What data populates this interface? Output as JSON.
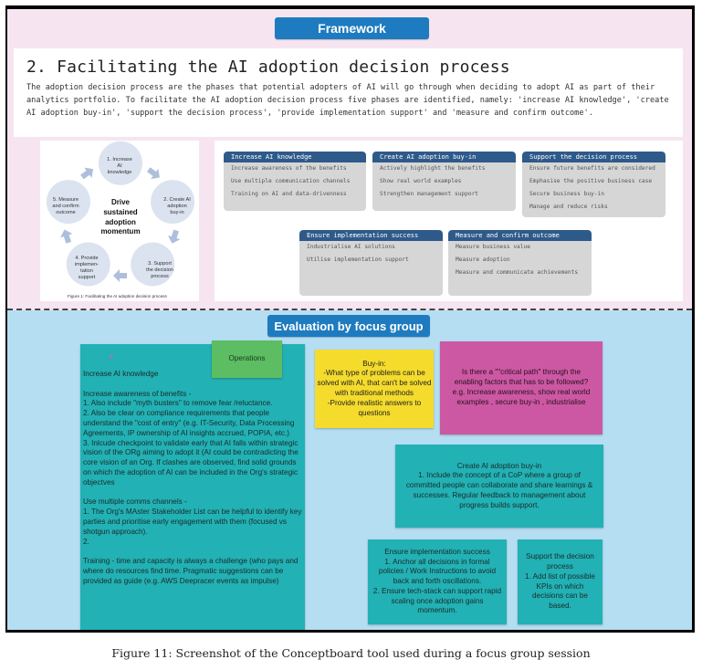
{
  "framework": {
    "header": "Framework",
    "title": "2. Facilitating the AI adoption decision process",
    "description": "The adoption decision process are the phases that potential adopters of AI will go through when deciding to adopt AI as part of their analytics portfolio. To facilitate the AI adoption decision process five phases are identified, namely: 'increase AI knowledge', 'create AI adoption buy-in', 'support the decision process', 'provide implementation support' and 'measure and confirm outcome'.",
    "figure": {
      "center": [
        "Drive",
        "sustained",
        "adoption",
        "momentum"
      ],
      "steps": [
        [
          "1. Increase",
          "AI",
          "knowledge"
        ],
        [
          "2. Create AI",
          "adoption",
          "buy-in"
        ],
        [
          "3. Support",
          "the decision",
          "process"
        ],
        [
          "4. Provide",
          "implemen-",
          "tation",
          "support"
        ],
        [
          "5. Measure",
          "and confirm",
          "outcome"
        ]
      ],
      "caption": "Figure 1: Facilitating the AI adoption decision process",
      "colors": {
        "circle": "#dbe3f0",
        "arrow": "#aebfdc"
      }
    },
    "phases": [
      {
        "title": "Increase AI knowledge",
        "items": [
          "Increase awareness of the benefits",
          "Use multiple communication channels",
          "Training on AI and data-drivenness"
        ]
      },
      {
        "title": "Create AI adoption buy-in",
        "items": [
          "Actively highlight the benefits",
          "Show real world examples",
          "Strengthen management support"
        ]
      },
      {
        "title": "Support the decision process",
        "items": [
          "Ensure future benefits are considered",
          "Emphasise the positive business case",
          "Secure business buy-in",
          "Manage and reduce risks"
        ]
      },
      {
        "title": "Ensure implementation success",
        "items": [
          "Industrialise AI solutions",
          "Utilise implementation support"
        ]
      },
      {
        "title": "Measure and confirm outcome",
        "items": [
          "Measure business value",
          "Measure adoption",
          "Measure and communicate achievements"
        ]
      }
    ]
  },
  "evaluation": {
    "header": "Evaluation by focus group",
    "notes": {
      "operations": "Operations",
      "knowledge": [
        "Increase AI knowledge",
        "",
        "Increase awareness of benefits -",
        "1. Also include \"myth busters\" to remove fear /reluctance.",
        "2. Also be clear on compliance requirements that people understand the \"cost of entry\" (e.g. IT-Security, Data Processing Agreements, IP ownership of AI insights accrued, POPIA, etc.)",
        "3. Inlcude checkpoint to validate early that AI falls within strategic vision of the ORg aiming to adopt it (AI could be contradicting the core vision of an Org. If clashes are observed, find solid grounds on which the adoption of AI can be included in the Org's strategic objectves",
        "",
        "Use multiple comms channels -",
        "1. The Org's MAster Stakeholder List can be helpful to identify key parties and prioritise early engagement with them (focused vs shotgun approach).",
        "2.",
        "",
        "Training - time and capacity is always a challenge (who pays and where do resources find time. Pragmatic suggestions can be provided as guide (e.g. AWS Deepracer events as impulse)"
      ],
      "buyin_yellow": [
        "Buy-in:",
        "-What type of problems can be solved with AI, that can't be solved with traditional methods",
        "-Provide realistic answers to questions"
      ],
      "critical_path": [
        "Is there a \"\"critical path\" through the enabling factors that has to be followed?",
        "e.g. Increase awareness, show real world examples , secure buy-in , industrialise"
      ],
      "buyin_teal": [
        "Create AI adoption buy-in",
        "1. Include the concept of a CoP where a group of committed people can collaborate and share learnings & successes. Regular feedback to management about progress builds support."
      ],
      "implementation": [
        "Ensure implementation success",
        "1. Anchor all decisions in formal policies / Work Instructions to avoid back and forth oscillations.",
        "2. Ensure tech-stack can support rapid scaling once adoption gains momentum."
      ],
      "decision": [
        "Support the decision process",
        "1. Add list of possible KPIs on which decisions can be based."
      ]
    }
  },
  "caption": "Figure 11: Screenshot of the Conceptboard tool used during a focus group session"
}
